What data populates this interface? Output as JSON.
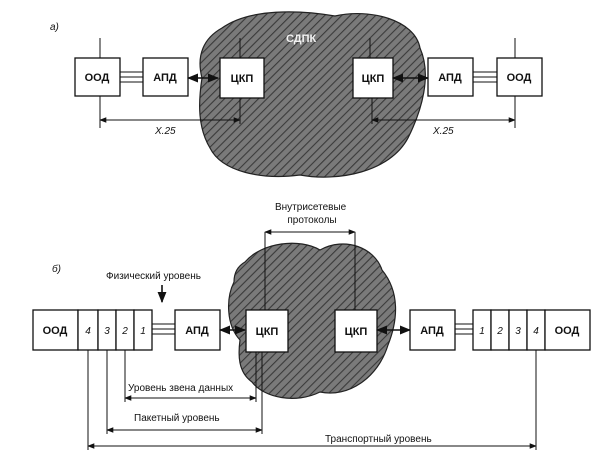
{
  "part_a": {
    "label": "а)",
    "network_label": "СДПК",
    "left_dte": "ООД",
    "left_dce": "АПД",
    "left_node": "ЦКП",
    "right_node": "ЦКП",
    "right_dce": "АПД",
    "right_dte": "ООД",
    "left_interface": "X.25",
    "right_interface": "X.25"
  },
  "part_b": {
    "label": "б)",
    "internal_protocols": "Внутрисетевые\nпротоколы",
    "physical_level": "Физический уровень",
    "left_dte": "ООД",
    "left_layers": [
      "4",
      "3",
      "2",
      "1"
    ],
    "left_dce": "АПД",
    "left_node": "ЦКП",
    "right_node": "ЦКП",
    "right_dce": "АПД",
    "right_layers": [
      "1",
      "2",
      "3",
      "4"
    ],
    "right_dte": "ООД",
    "link_level": "Уровень звена данных",
    "packet_level": "Пакетный уровень",
    "transport_level": "Транспортный уровень"
  }
}
